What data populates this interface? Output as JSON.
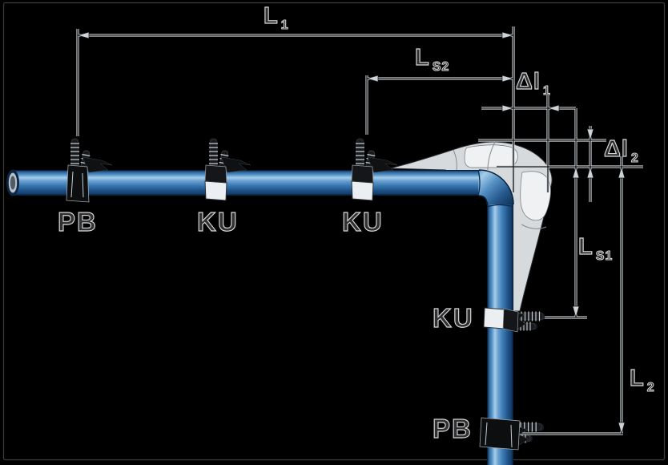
{
  "figure": {
    "type": "pipe-installation-diagram",
    "background": "#000000",
    "frame_color": "#3c3c3c",
    "palette": {
      "pipe_blue": "#3b7ab3",
      "pipe_highlight": "#a6cdea",
      "pipe_shadow": "#0b2440",
      "support_gray": "#d6dadd",
      "dimension_line_gray": "#cfd3d6",
      "label_fill": "#2f3133",
      "label_outline": "#d6d6d6"
    },
    "dimensions": {
      "l1": {
        "main": "L",
        "sub": "1"
      },
      "ls2": {
        "main": "L",
        "sub": "S2"
      },
      "dl1": {
        "main": "Δl",
        "sub": "1"
      },
      "dl2": {
        "main": "Δl",
        "sub": "2"
      },
      "ls1": {
        "main": "L",
        "sub": "S1"
      },
      "l2": {
        "main": "L",
        "sub": "2"
      }
    },
    "clamps": {
      "pb_horizontal": "PB",
      "ku_horizontal_mid": "KU",
      "ku_horizontal_right": "KU",
      "ku_vertical": "KU",
      "pb_vertical": "PB"
    }
  }
}
